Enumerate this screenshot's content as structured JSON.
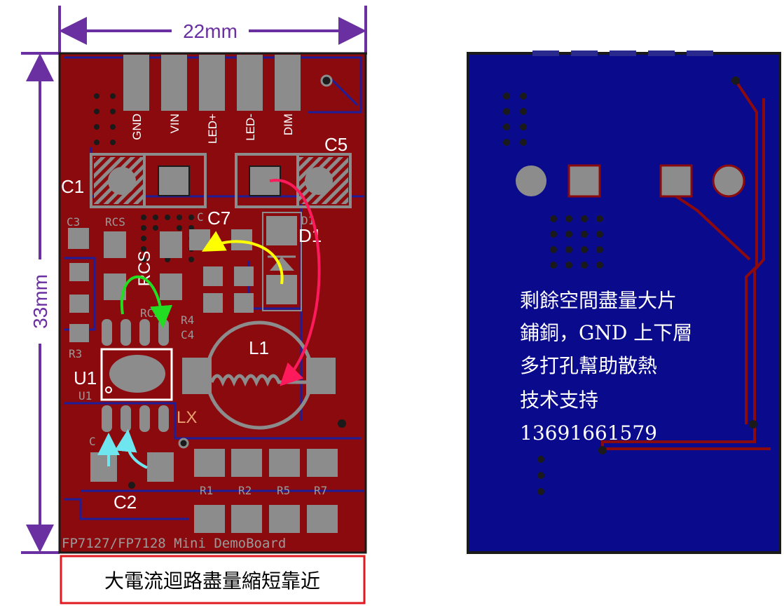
{
  "dimensions": {
    "width": "22mm",
    "height": "33mm"
  },
  "connector_pins": [
    "GND",
    "VIN",
    "LED+",
    "LED-",
    "DIM"
  ],
  "component_labels": {
    "c1": "C1",
    "c5": "C5",
    "c7": "C7",
    "d1": "D1",
    "rcs": "RCS",
    "l1": "L1",
    "u1": "U1",
    "lx": "LX",
    "c2": "C2"
  },
  "silkscreen": {
    "c3": "C3",
    "rcs": "RCS",
    "c7": "C",
    "d1": "D1",
    "rcs1": "RCS1",
    "r4": "R4",
    "c4": "C4",
    "r3": "R3",
    "u1": "U1",
    "c2": "C",
    "resistors": [
      "R1",
      "R2",
      "R5",
      "R7"
    ],
    "board_name": "FP7127/FP7128 Mini DemoBoard"
  },
  "caption": "大電流迴路盡量縮短靠近",
  "bottom_layer_note": [
    "剩餘空間盡量大片",
    "鋪銅，GND 上下層",
    "多打孔幫助散熱",
    "技术支持",
    "13691661579"
  ],
  "colors": {
    "top_copper": "#8b0a0e",
    "bottom_copper": "#0a0a8c",
    "pad": "#8c8c8c",
    "dimension": "#6a2fa0",
    "caption_border": "#e0191f",
    "arrow_red": "#ff1a5c",
    "arrow_yellow": "#ffff00",
    "arrow_green": "#22dd22",
    "arrow_cyan": "#6fe6ef",
    "lx_text": "#e8a070"
  }
}
